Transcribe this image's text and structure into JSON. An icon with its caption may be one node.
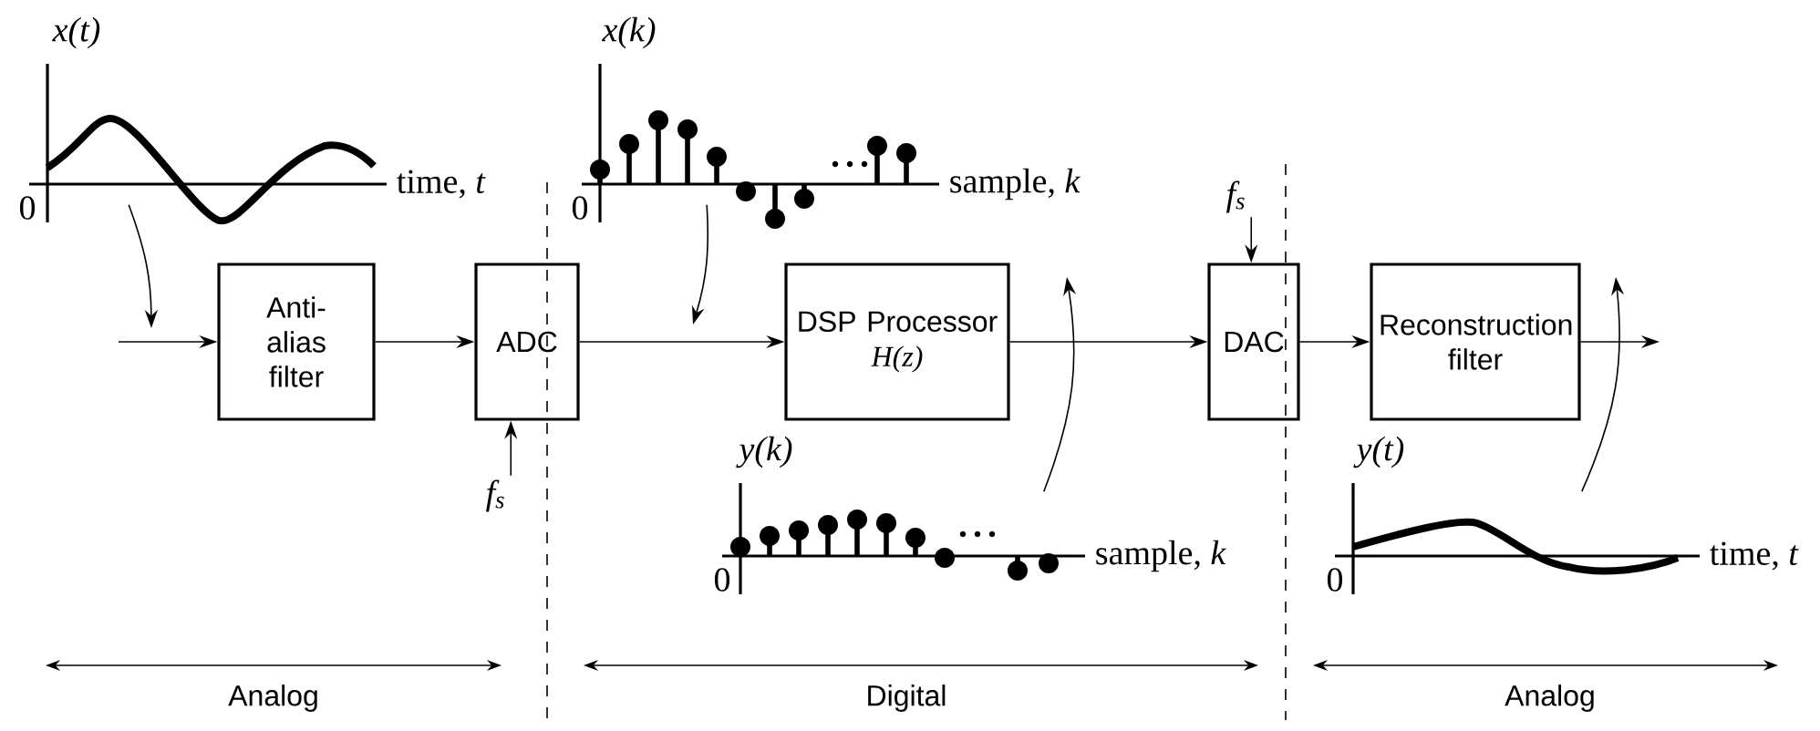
{
  "diagram": {
    "nodes": [
      {
        "text": [
          "Anti-alias filter"
        ]
      },
      {
        "text": [
          "ADC"
        ]
      },
      {
        "text": [
          "DSP Processor",
          "H(z)"
        ]
      },
      {
        "text": [
          "DAC"
        ]
      },
      {
        "text": [
          "Reconstruction filter"
        ]
      },
      {
        "text": [],
        "shape": "picture",
        "beside": [
          "x(t)"
        ]
      },
      {
        "text": [],
        "shape": "picture",
        "beside": [
          "x(k)"
        ]
      },
      {
        "text": [],
        "shape": "picture",
        "beside": [
          "y(k)"
        ]
      },
      {
        "text": [],
        "shape": "picture",
        "beside": [
          "y(t)"
        ]
      },
      {
        "text": [
          "f$_{s}$"
        ]
      },
      {
        "text": [
          "f$_{s}$"
        ]
      }
    ],
    "edges": [
      {
        "from": null,
        "to": 0,
        "arrow": "to"
      },
      {
        "from": 0,
        "to": 1,
        "arrow": "to"
      },
      {
        "from": 1,
        "to": 2,
        "arrow": "to"
      },
      {
        "from": 2,
        "to": 3,
        "arrow": "to"
      },
      {
        "from": 3,
        "to": 4,
        "arrow": "to"
      },
      {
        "from": 4,
        "to": null,
        "arrow": "to"
      },
      {
        "from": 5,
        "to": null,
        "arrow": "to"
      },
      {
        "from": 6,
        "to": null,
        "arrow": "to"
      },
      {
        "from": 7,
        "to": null,
        "arrow": "to"
      },
      {
        "from": 8,
        "to": null,
        "arrow": "to"
      },
      {
        "from": 9,
        "to": 1,
        "arrow": "to"
      },
      {
        "from": 10,
        "to": 3,
        "arrow": "to"
      }
    ],
    "labels": [
      "time, *t*",
      "0",
      "sample, *k*",
      "0",
      "sample, *k*",
      "0",
      "time, *t*",
      "0",
      "Analog",
      "Digital",
      "Analog"
    ]
  }
}
